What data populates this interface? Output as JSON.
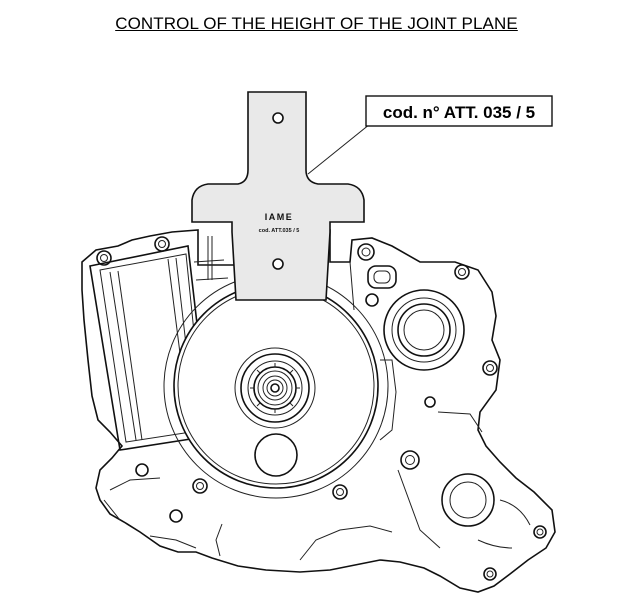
{
  "title": "CONTROL OF THE HEIGHT OF THE JOINT PLANE",
  "callout": {
    "label": "cod.  n° ATT. 035 / 5"
  },
  "tool": {
    "brand": "IAME",
    "engraved_code": "cod. ATT.035 / 5"
  }
}
